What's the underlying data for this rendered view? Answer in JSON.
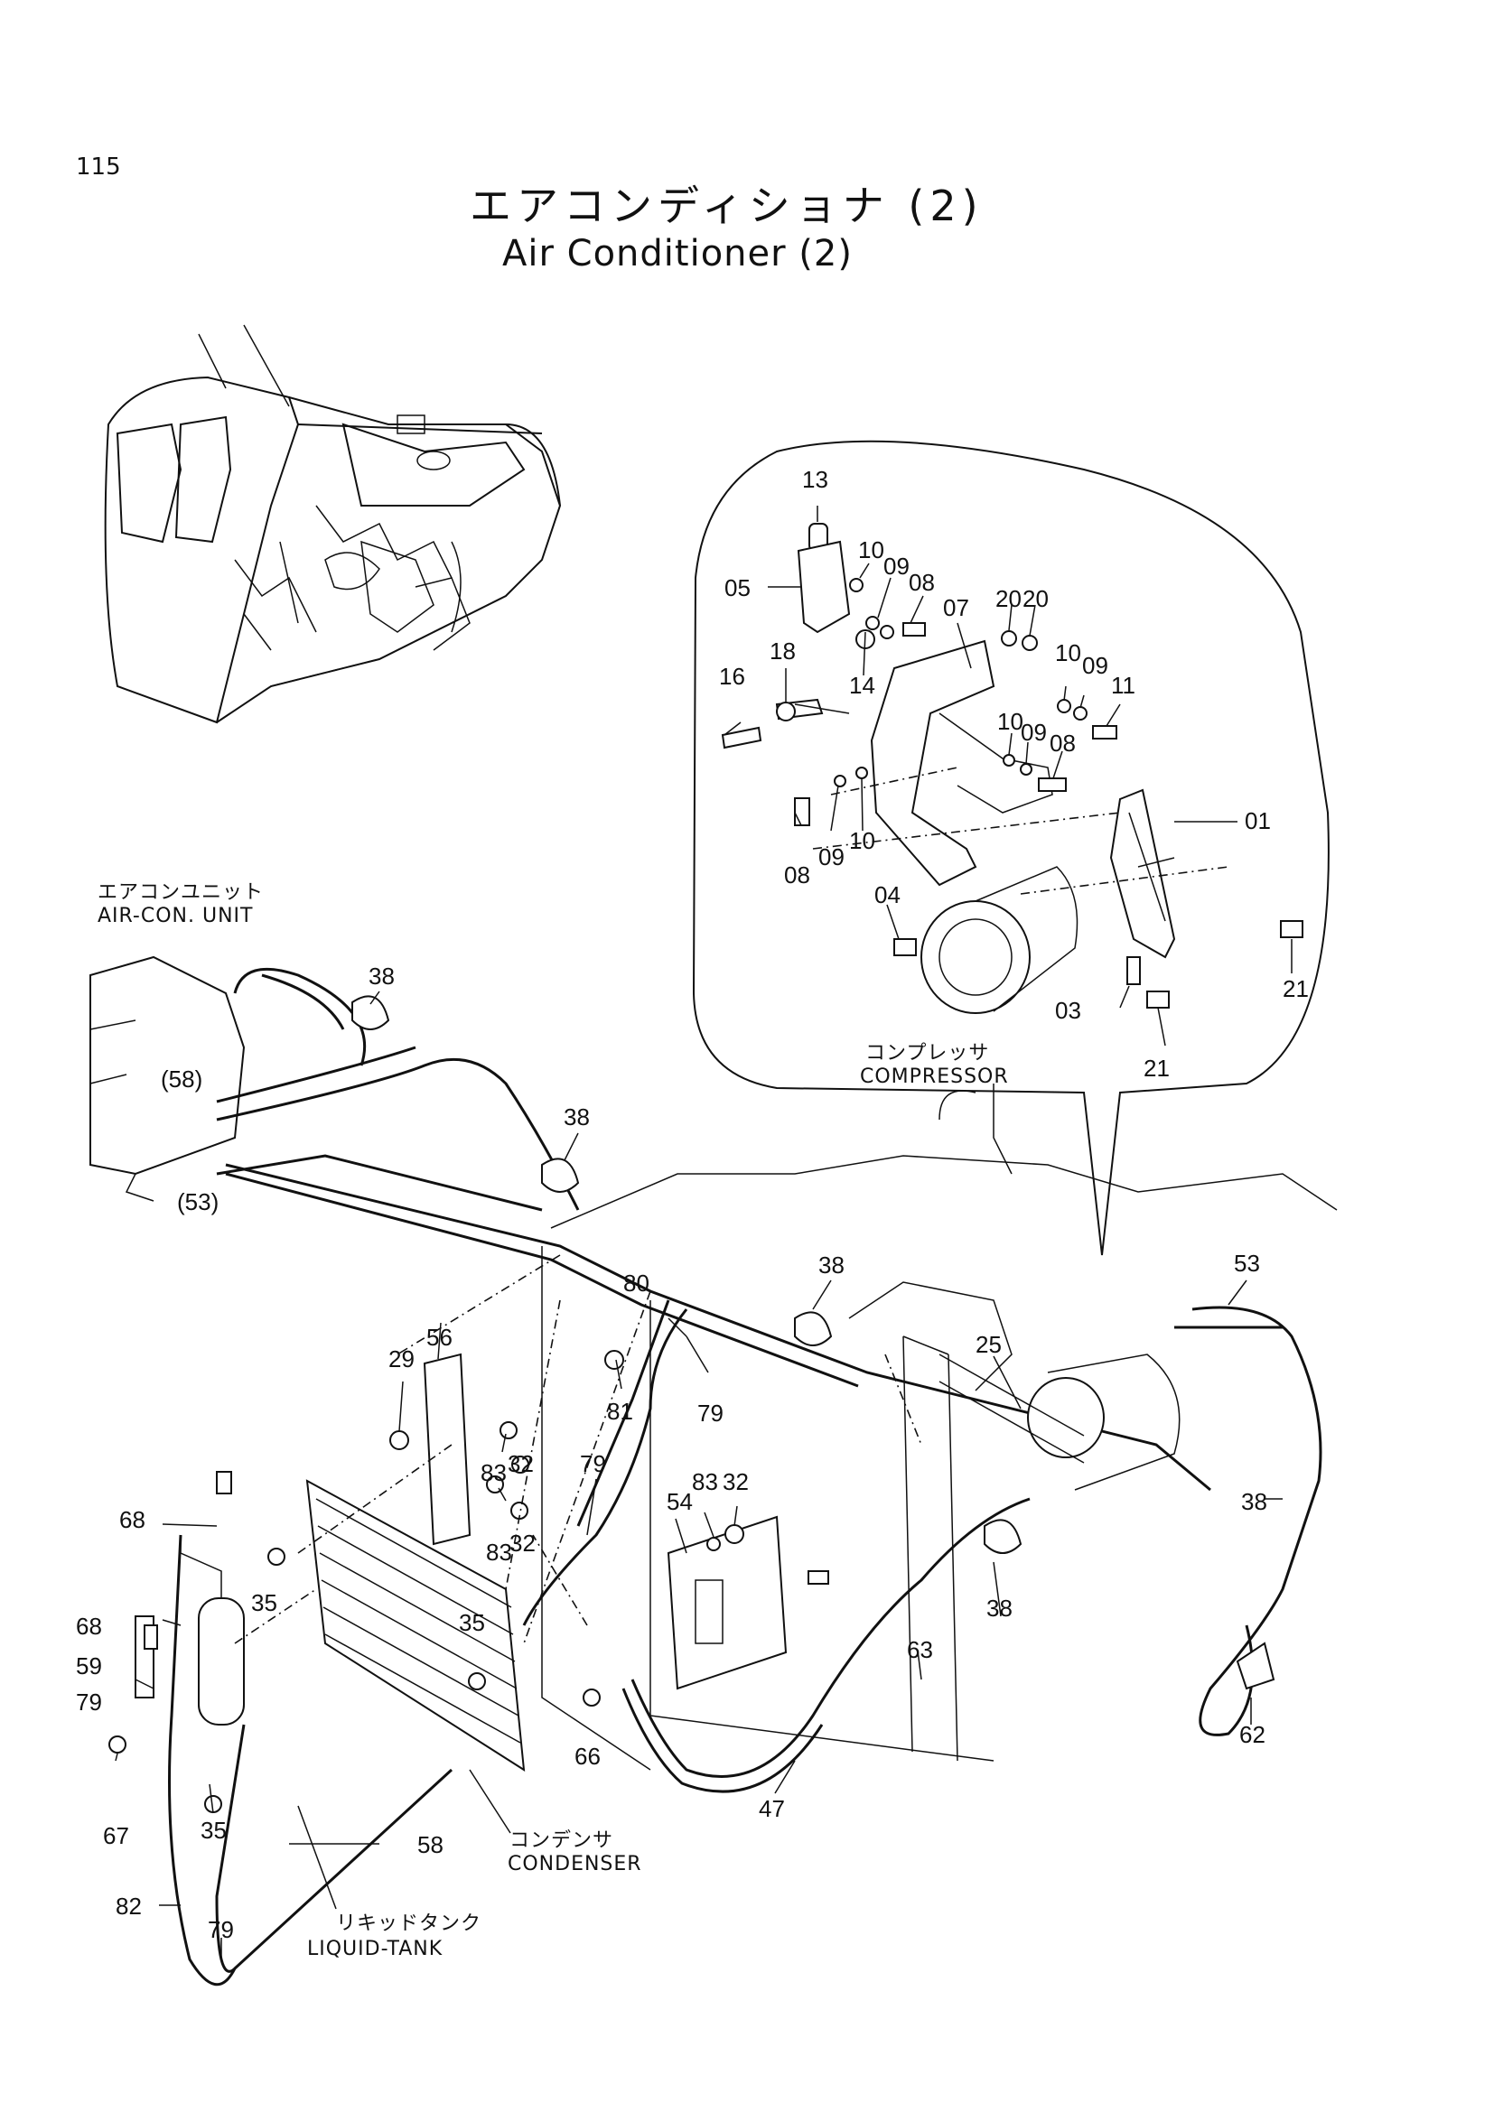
{
  "page": {
    "number": "115"
  },
  "title": {
    "jp": "エアコンディショナ (2)",
    "en": "Air Conditioner (2)"
  },
  "captions": {
    "aircon_unit_jp": "エアコンユニット",
    "aircon_unit_en": "AIR-CON. UNIT",
    "compressor_jp": "コンプレッサ",
    "compressor_en": "COMPRESSOR",
    "condenser_jp": "コンデンサ",
    "condenser_en": "CONDENSER",
    "liquid_tank_jp": "リキッドタンク",
    "liquid_tank_en": "LIQUID-TANK"
  },
  "part_numbers": [
    "13",
    "05",
    "10",
    "09",
    "08",
    "07",
    "20",
    "20",
    "18",
    "16",
    "10",
    "09",
    "11",
    "14",
    "10",
    "09",
    "08",
    "08",
    "09",
    "10",
    "01",
    "04",
    "21",
    "03",
    "21",
    "38",
    "(58)",
    "(53)",
    "38",
    "80",
    "38",
    "53",
    "56",
    "29",
    "81",
    "79",
    "25",
    "83",
    "32",
    "79",
    "83",
    "32",
    "54",
    "68",
    "38",
    "83",
    "32",
    "35",
    "35",
    "68",
    "59",
    "79",
    "66",
    "63",
    "38",
    "62",
    "47",
    "67",
    "35",
    "58",
    "82",
    "79"
  ]
}
